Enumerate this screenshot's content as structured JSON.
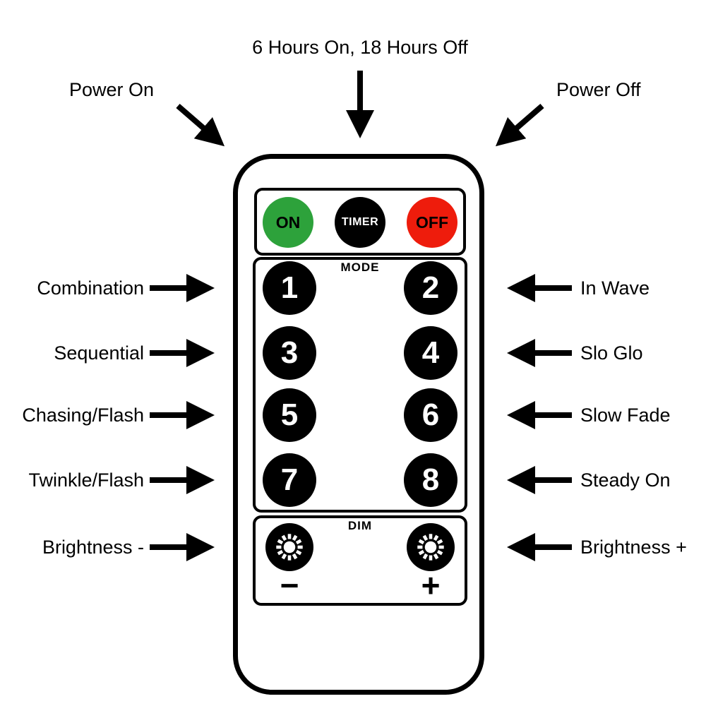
{
  "annotations": {
    "timer": "6 Hours On, 18 Hours Off",
    "power_on": "Power On",
    "power_off": "Power Off",
    "left": [
      "Combination",
      "Sequential",
      "Chasing/Flash",
      "Twinkle/Flash",
      "Brightness -"
    ],
    "right": [
      "In Wave",
      "Slo Glo",
      "Slow Fade",
      "Steady On",
      "Brightness +"
    ]
  },
  "remote": {
    "power_row": {
      "on": "ON",
      "timer": "TIMER",
      "off": "OFF"
    },
    "mode": {
      "label": "MODE",
      "buttons": [
        "1",
        "2",
        "3",
        "4",
        "5",
        "6",
        "7",
        "8"
      ]
    },
    "dim": {
      "label": "DIM",
      "minus": "−",
      "plus": "+",
      "icon": "sunburst-brightness"
    },
    "colors": {
      "on_green": "#2da23b",
      "off_red": "#ee1c0c",
      "button_black": "#000000"
    }
  }
}
